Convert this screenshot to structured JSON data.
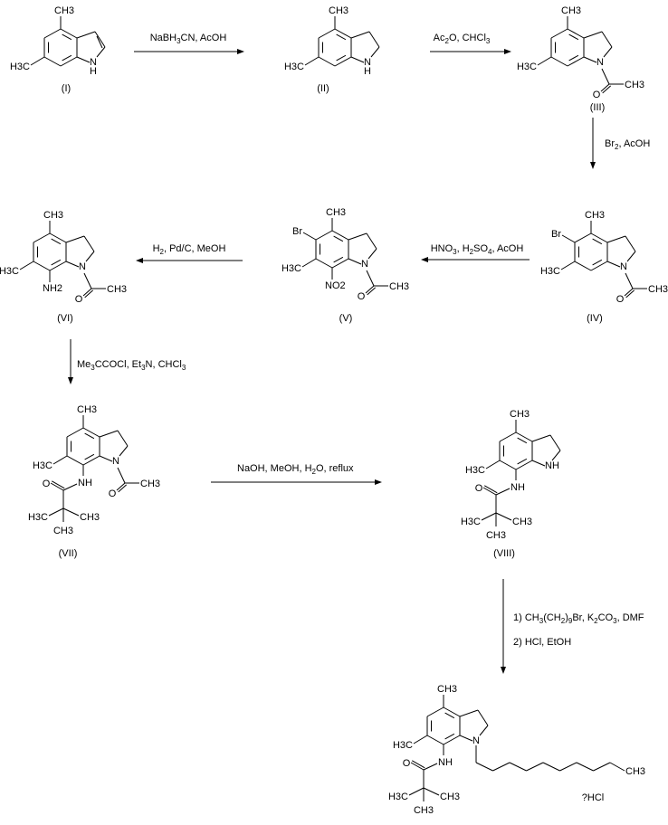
{
  "reagents": {
    "step1": "NaBH3CN, AcOH",
    "step2": "Ac2O, CHCl3",
    "step3": "Br2, AcOH",
    "step4": "HNO3, H2SO4, AcOH",
    "step5": "H2, Pd/C, MeOH",
    "step6": "Me3CCOCl, Et3N, CHCl3",
    "step7": "NaOH, MeOH, H2O, reflux",
    "step8a": "1) CH3(CH2)9Br, K2CO3, DMF",
    "step8b": "2) HCl, EtOH"
  },
  "compounds": [
    {
      "label": "(I)",
      "me4": "CH3",
      "me6": "H3C",
      "n": "N",
      "nh": "H"
    },
    {
      "label": "(II)",
      "me4": "CH3",
      "me6": "H3C",
      "n": "N",
      "nh": "H"
    },
    {
      "label": "(III)",
      "me4": "CH3",
      "me6": "H3C",
      "n": "N",
      "acyl_o": "O",
      "acyl_me": "CH3"
    },
    {
      "label": "(IV)",
      "me4": "CH3",
      "me6": "H3C",
      "br": "Br",
      "n": "N",
      "acyl_o": "O",
      "acyl_me": "CH3"
    },
    {
      "label": "(V)",
      "me4": "CH3",
      "me6": "H3C",
      "br": "Br",
      "sub7": "NO2",
      "n": "N",
      "acyl_o": "O",
      "acyl_me": "CH3"
    },
    {
      "label": "(VI)",
      "me4": "CH3",
      "me6": "H3C",
      "sub7": "NH2",
      "n": "N",
      "acyl_o": "O",
      "acyl_me": "CH3"
    },
    {
      "label": "(VII)",
      "me4": "CH3",
      "me6": "H3C",
      "sub7": "NH",
      "amide_o": "O",
      "tbu_l": "H3C",
      "tbu_r": "CH3",
      "tbu_b": "CH3",
      "n": "N",
      "acyl_o": "O",
      "acyl_me": "CH3"
    },
    {
      "label": "(VIII)",
      "me4": "CH3",
      "me6": "H3C",
      "sub7": "NH",
      "amide_o": "O",
      "tbu_l": "H3C",
      "tbu_r": "CH3",
      "tbu_b": "CH3",
      "n": "NH"
    },
    {
      "me4": "CH3",
      "me6": "H3C",
      "sub7": "NH",
      "amide_o": "O",
      "tbu_l": "H3C",
      "tbu_r": "CH3",
      "tbu_b": "CH3",
      "n": "N",
      "decyl_end": "CH3"
    }
  ],
  "salt": "?HCl"
}
